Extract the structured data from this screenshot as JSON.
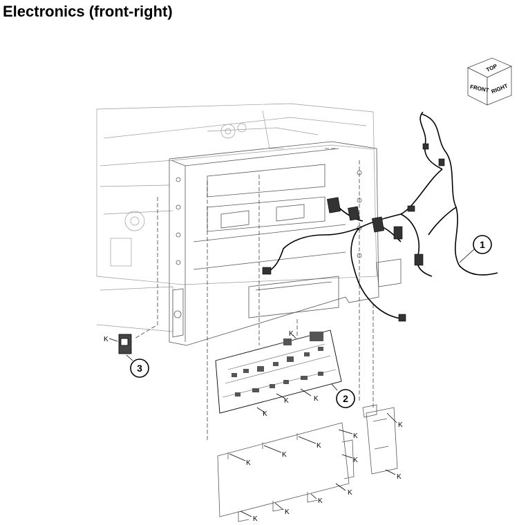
{
  "title": "Electronics (front-right)",
  "orientation_cube": {
    "top": "TOP",
    "front": "FRONT",
    "right": "RIGHT"
  },
  "callouts": [
    "1",
    "2",
    "3"
  ],
  "screw_label": "K"
}
